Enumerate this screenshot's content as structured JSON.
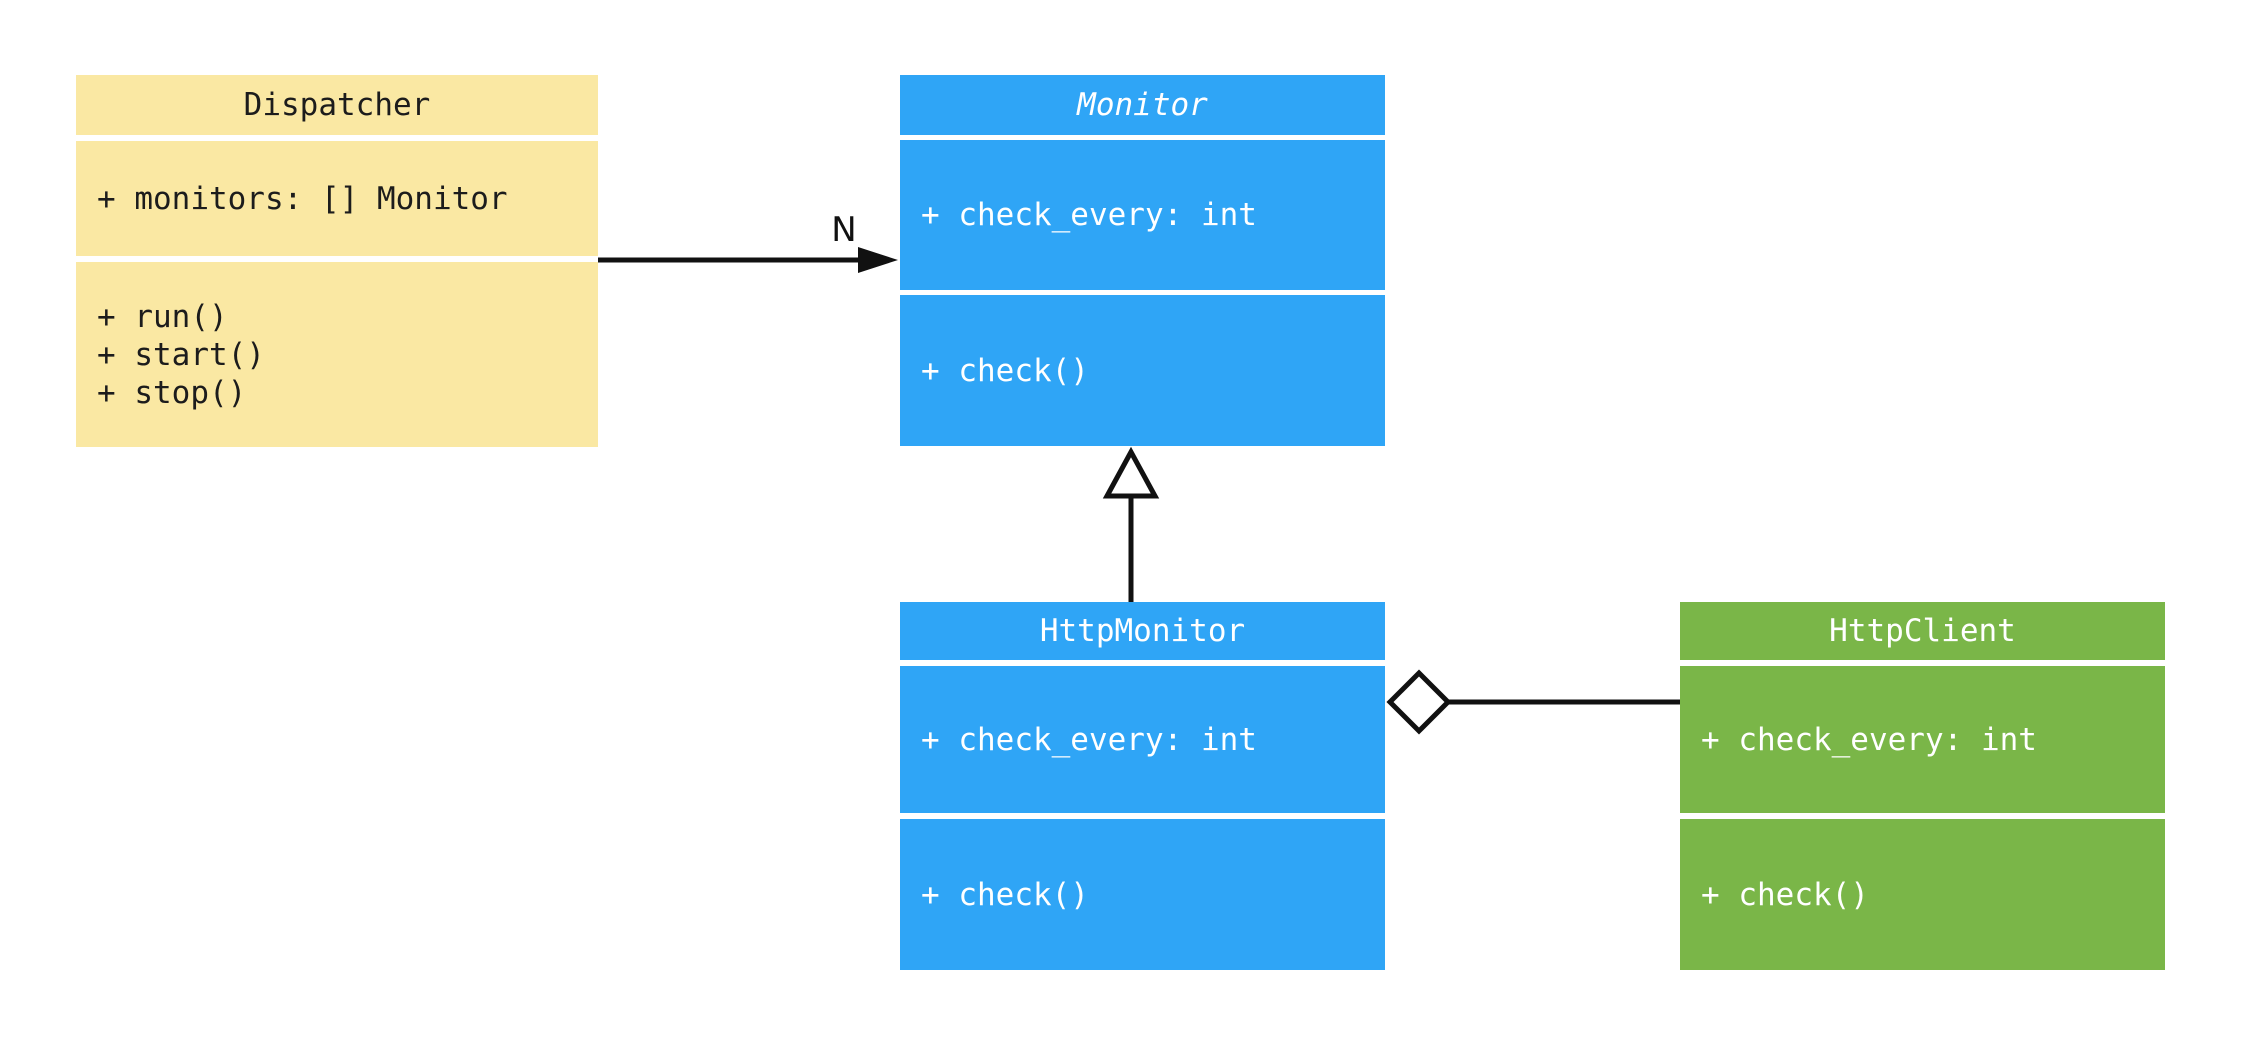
{
  "diagram": {
    "type": "uml-class-diagram",
    "background_color": "#ffffff",
    "connector_color": "#111111",
    "classes": [
      {
        "name": "Dispatcher",
        "abstract": false,
        "fill": "#FAE8A3",
        "text_color": "#1c1c1c",
        "attributes": [
          "+ monitors: [] Monitor"
        ],
        "methods": [
          "+ run()",
          "+ start()",
          "+ stop()"
        ]
      },
      {
        "name": "Monitor",
        "abstract": true,
        "fill": "#2FA5F6",
        "text_color": "#ffffff",
        "attributes": [
          "+ check_every: int"
        ],
        "methods": [
          "+ check()"
        ]
      },
      {
        "name": "HttpMonitor",
        "abstract": false,
        "fill": "#2FA5F6",
        "text_color": "#ffffff",
        "attributes": [
          "+ check_every: int"
        ],
        "methods": [
          "+ check()"
        ]
      },
      {
        "name": "HttpClient",
        "abstract": false,
        "fill": "#7AB648",
        "text_color": "#ffffff",
        "attributes": [
          "+ check_every: int"
        ],
        "methods": [
          "+ check()"
        ]
      }
    ],
    "relationships": [
      {
        "type": "association",
        "from": "Dispatcher",
        "to": "Monitor",
        "label": "N",
        "marker": "filled-arrow"
      },
      {
        "type": "generalization",
        "from": "HttpMonitor",
        "to": "Monitor",
        "label": "",
        "marker": "hollow-triangle"
      },
      {
        "type": "aggregation",
        "from": "HttpMonitor",
        "to": "HttpClient",
        "label": "",
        "marker": "hollow-diamond"
      }
    ]
  }
}
